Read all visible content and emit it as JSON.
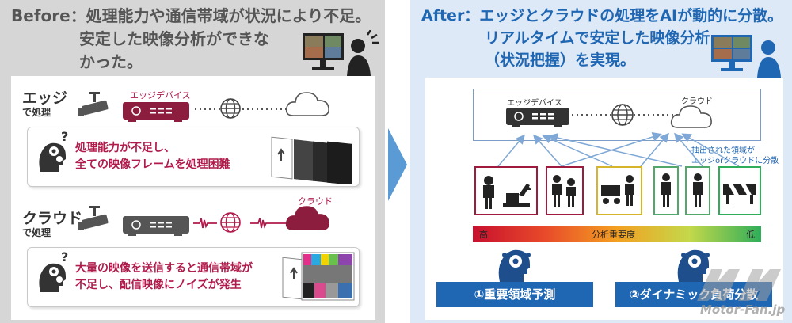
{
  "before": {
    "label": "Before",
    "headline_1": "：処理能力や通信帯域が状況により不足。",
    "headline_2": "安定した映像分析ができな",
    "headline_3": "かった。",
    "edge": {
      "label_big": "エッジ",
      "label_small": "で処理",
      "device_label": "エッジデバイス",
      "reason_1": "処理能力が不足し、",
      "reason_2": "全ての映像フレームを処理困難"
    },
    "cloud": {
      "label_big": "クラウド",
      "label_small": "で処理",
      "cloud_label": "クラウド",
      "reason_1": "大量の映像を送信すると通信帯域が",
      "reason_2": "不足し、配信映像にノイズが発生"
    }
  },
  "after": {
    "headline_1": "After：エッジとクラウドの処理をAIが動的に分散。",
    "headline_2": "リアルタイムで安定した映像分析",
    "headline_3": "（状況把握）を実現。",
    "edge_device_label": "エッジデバイス",
    "cloud_label": "クラウド",
    "extract_note_1": "抽出された領域が",
    "extract_note_2": "エッジorクラウドに分散",
    "importance_label": "分析重要度",
    "high_label": "高",
    "low_label": "低",
    "feature_1": "①重要領域予測",
    "feature_2": "②ダイナミック負荷分散"
  },
  "watermark": "Motor-Fan.jp",
  "colors": {
    "before_bg": "#d6d6d6",
    "after_bg": "#dde9f6",
    "accent_red": "#b01b4b",
    "accent_blue": "#1f66b3",
    "arrow_blue": "#5b9bd5"
  }
}
